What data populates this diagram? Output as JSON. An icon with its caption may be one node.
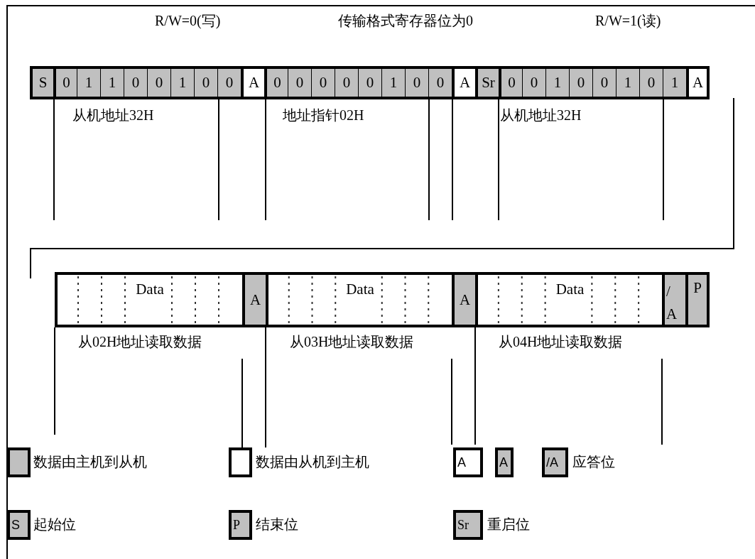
{
  "diagram": {
    "nodes": [
      {
        "text": [
          "S"
        ]
      },
      {
        "text": [
          "0"
        ]
      },
      {
        "text": [
          "1"
        ]
      },
      {
        "text": [
          "1"
        ]
      },
      {
        "text": [
          "0"
        ]
      },
      {
        "text": [
          "0"
        ]
      },
      {
        "text": [
          "1"
        ]
      },
      {
        "text": [
          "0"
        ]
      },
      {
        "text": [
          "0"
        ]
      },
      {
        "text": [
          "A"
        ]
      },
      {
        "text": [
          "0"
        ]
      },
      {
        "text": [
          "0"
        ]
      },
      {
        "text": [
          "0"
        ]
      },
      {
        "text": [
          "0"
        ]
      },
      {
        "text": [
          "0"
        ]
      },
      {
        "text": [
          "1"
        ]
      },
      {
        "text": [
          "0"
        ]
      },
      {
        "text": [
          "0"
        ]
      },
      {
        "text": [
          "A"
        ]
      },
      {
        "text": [
          "Sr"
        ]
      },
      {
        "text": [
          "0"
        ]
      },
      {
        "text": [
          "0"
        ]
      },
      {
        "text": [
          "1"
        ]
      },
      {
        "text": [
          "0"
        ]
      },
      {
        "text": [
          "0"
        ]
      },
      {
        "text": [
          "1"
        ]
      },
      {
        "text": [
          "0"
        ]
      },
      {
        "text": [
          "1"
        ]
      },
      {
        "text": [
          "A"
        ]
      },
      {
        "text": [
          "Data"
        ]
      },
      {
        "text": [
          "A"
        ]
      },
      {
        "text": [
          "Data"
        ]
      },
      {
        "text": [
          "A"
        ]
      },
      {
        "text": [
          "Data"
        ]
      },
      {
        "text": [
          "/A"
        ]
      },
      {
        "text": [
          "P"
        ]
      },
      {
        "text": [
          "A"
        ]
      },
      {
        "text": [
          "A"
        ]
      },
      {
        "text": [
          "/A"
        ],
        "beside": [
          "应答位"
        ]
      },
      {
        "text": [
          "S"
        ],
        "beside": [
          "起始位"
        ]
      },
      {
        "text": [
          "P"
        ],
        "beside": [
          "结束位"
        ]
      },
      {
        "text": [
          "Sr"
        ],
        "beside": [
          "重启位"
        ]
      }
    ],
    "labels": [
      "R/W=0(写)",
      "传输格式寄存器位为0",
      "R/W=1(读)",
      "从机地址32H",
      "地址指针02H",
      "从机地址32H",
      "从02H地址读取数据",
      "从03H地址读取数据",
      "从04H地址读取数据"
    ],
    "legend": [
      {
        "text": "数据由主机到从机",
        "color": "#c0c0c0"
      },
      {
        "text": "数据由从机到主机",
        "color": "#ffffff"
      }
    ]
  }
}
